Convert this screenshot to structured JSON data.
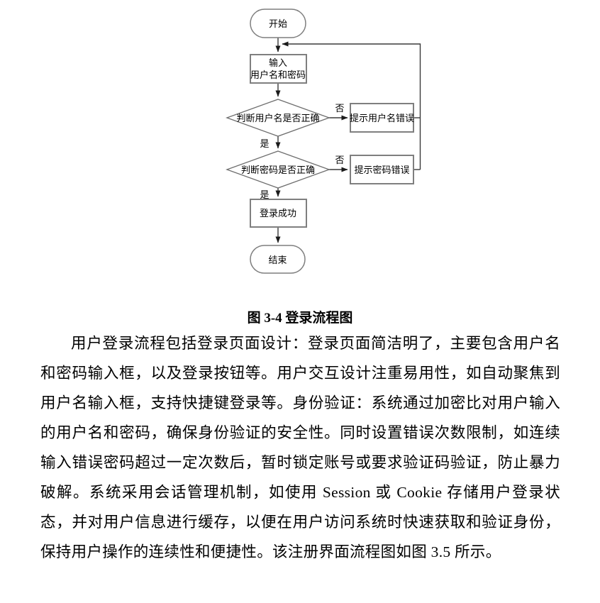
{
  "caption": "图 3-4 登录流程图",
  "paragraph": "用户登录流程包括登录页面设计：登录页面简洁明了，主要包含用户名和密码输入框，以及登录按钮等。用户交互设计注重易用性，如自动聚焦到用户名输入框，支持快捷键登录等。身份验证：系统通过加密比对用户输入的用户名和密码，确保身份验证的安全性。同时设置错误次数限制，如连续输入错误密码超过一定次数后，暂时锁定账号或要求验证码验证，防止暴力破解。系统采用会话管理机制，如使用 Session 或 Cookie 存储用户登录状态，并对用户信息进行缓存，以便在用户访问系统时快速获取和验证身份，保持用户操作的连续性和便捷性。该注册界面流程图如图 3.5 所示。",
  "flowchart": {
    "nodes": {
      "start": "开始",
      "input_line1": "输入",
      "input_line2": "用户名和密码",
      "check_username": "判断用户名是否正确",
      "username_error": "提示用户名错误",
      "check_password": "判断密码是否正确",
      "password_error": "提示密码错误",
      "login_success": "登录成功",
      "end": "结束"
    },
    "edge_labels": {
      "yes": "是",
      "no": "否"
    },
    "colors": {
      "node_fill": "#ffffff",
      "node_border": "#7f7f7f",
      "edge": "#3a3a3a",
      "text": "#000000",
      "page_background": "#ffffff"
    }
  }
}
